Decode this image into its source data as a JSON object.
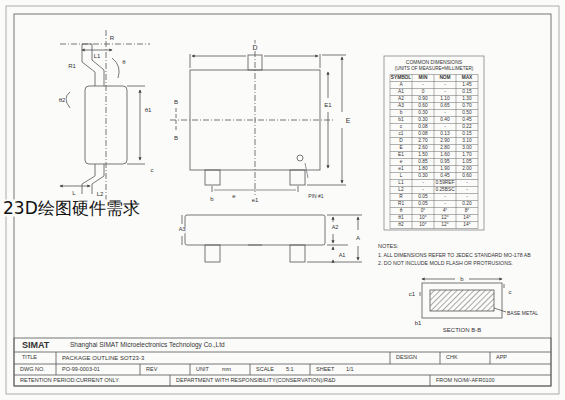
{
  "diagram": {
    "labels": [
      "23D绘图硬件需求",
      "COMMON DIMENSIONS",
      "(UNITS OF MEASURE=MILLIMETER)",
      "SYMBOL",
      "MIN",
      "NOM",
      "MAX",
      "A",
      "-",
      "-",
      "1.45",
      "A1",
      "0",
      "-",
      "0.15",
      "A2",
      "0.90",
      "1.10",
      "1.30",
      "A3",
      "0.60",
      "0.65",
      "0.70",
      "b",
      "0.30",
      "-",
      "0.50",
      "b1",
      "0.30",
      "0.40",
      "0.45",
      "c",
      "0.08",
      "-",
      "0.22",
      "c1",
      "0.08",
      "0.13",
      "0.15",
      "D",
      "2.70",
      "2.90",
      "3.10",
      "E",
      "2.60",
      "2.80",
      "3.00",
      "E1",
      "1.50",
      "1.60",
      "1.70",
      "e",
      "0.85",
      "0.95",
      "1.05",
      "e1",
      "1.80",
      "1.90",
      "2.00",
      "L",
      "0.30",
      "0.45",
      "0.60",
      "L1",
      "-",
      "0.59REF",
      "-",
      "L2",
      "-",
      "0.25BSC",
      "-",
      "R",
      "0.05",
      "-",
      "-",
      "R1",
      "0.05",
      "-",
      "0.20",
      "θ",
      "0°",
      "4°",
      "8°",
      "θ1",
      "10°",
      "12°",
      "14°",
      "θ2",
      "10°",
      "12°",
      "14°",
      "D",
      "E",
      "E1",
      "e",
      "e1",
      "PIN #1",
      "b",
      "B",
      "B",
      "L1",
      "θ",
      "θ1",
      "θ2",
      "R",
      "R1",
      "L",
      "L2",
      "c",
      "A",
      "A1",
      "A2",
      "A3",
      "NOTES:",
      "1. ALL DIMENSIONS REFER TO JEDEC STANDARD MO-178 AB",
      "2. DO NOT INCLUDE MOLD FLASH OR PROTRUSIONS.",
      "b",
      "b1",
      "c",
      "c1",
      "BASE METAL",
      "SECTION B-B",
      "SIMAT",
      "Shanghai SIMAT Microelectronics Technology Co.,Ltd",
      "TITLE",
      "PACKAGE OUTLINE SOT23-3",
      "DESIGN",
      "CHK",
      "APP",
      "DWG NO.",
      "PO-99-0003-01",
      "REV",
      "UNIT",
      "mm",
      "SCALE",
      "5:1",
      "SHEET",
      "1/1",
      "RETENTION PERIOD:CURRENT ONLY",
      "DEPARTMENT WITH RESPONSIBILITY(CONSERVATION)/R&D",
      "FROM NO/M/-AFR0100"
    ]
  }
}
